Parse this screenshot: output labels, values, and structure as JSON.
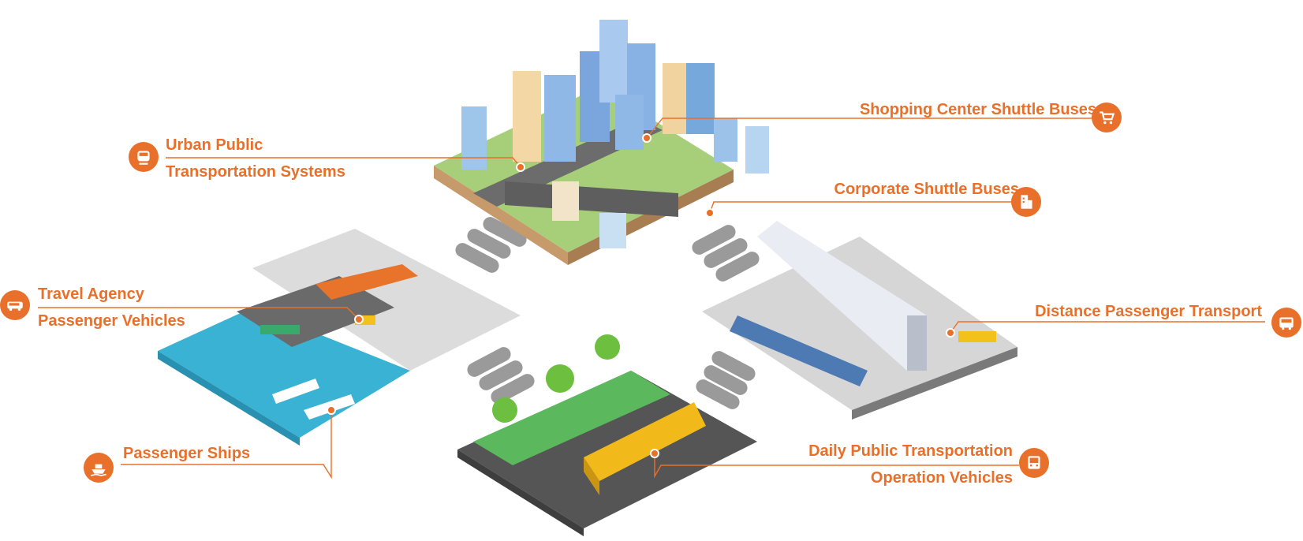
{
  "accent_color": "#e8702a",
  "labels": {
    "urban": {
      "line1": "Urban Public",
      "line2": "Transportation Systems",
      "icon": "train-icon"
    },
    "shopping": {
      "line1": "Shopping Center Shuttle Buses",
      "icon": "shopping-cart-icon"
    },
    "corporate": {
      "line1": "Corporate Shuttle Buses",
      "icon": "office-building-icon"
    },
    "travel": {
      "line1": "Travel Agency",
      "line2": "Passenger Vehicles",
      "icon": "coach-bus-icon"
    },
    "distance": {
      "line1": "Distance Passenger Transport",
      "icon": "intercity-bus-icon"
    },
    "ships": {
      "line1": "Passenger Ships",
      "icon": "ship-icon"
    },
    "daily": {
      "line1": "Daily Public Transportation",
      "line2": "Operation Vehicles",
      "icon": "city-bus-icon"
    }
  }
}
